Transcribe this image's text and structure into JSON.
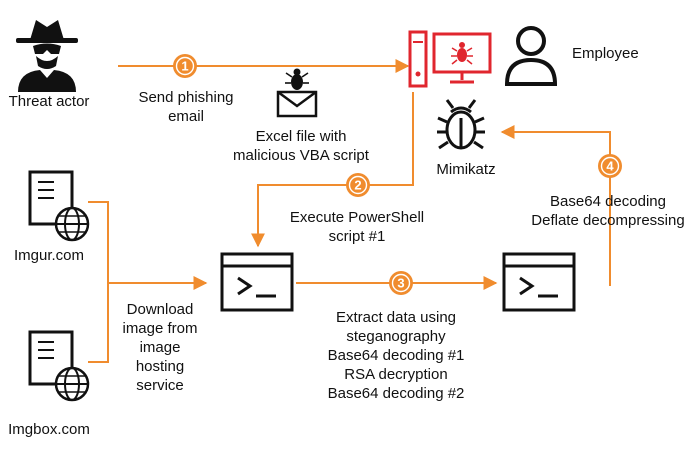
{
  "colors": {
    "accent": "#F08C2E",
    "danger": "#E0262E",
    "ink": "#111111"
  },
  "actors": {
    "threat_actor": "Threat actor",
    "employee": "Employee",
    "imgur": "Imgur.com",
    "imgbox": "Imgbox.com",
    "mimikatz": "Mimikatz"
  },
  "steps": [
    {
      "number": "1",
      "lines": [
        "Send phishing",
        "email"
      ]
    },
    {
      "number": "2",
      "lines": [
        "Execute PowerShell",
        "script #1"
      ]
    },
    {
      "number": "3",
      "lines": [
        "Extract data using",
        "steganography",
        "Base64 decoding #1",
        "RSA decryption",
        "Base64 decoding #2"
      ]
    },
    {
      "number": "4",
      "lines": [
        "Base64 decoding",
        "Deflate decompressing"
      ]
    }
  ],
  "notes": {
    "excel": [
      "Excel file with",
      "malicious VBA script"
    ],
    "download": [
      "Download",
      "image from",
      "image",
      "hosting",
      "service"
    ]
  },
  "icons": {
    "threat_actor": "spy-hacker-icon",
    "employee": "person-icon",
    "computer": "infected-computer-icon",
    "email": "malware-email-icon",
    "mimikatz": "bug-icon",
    "terminal": "terminal-icon",
    "server": "web-server-icon"
  }
}
